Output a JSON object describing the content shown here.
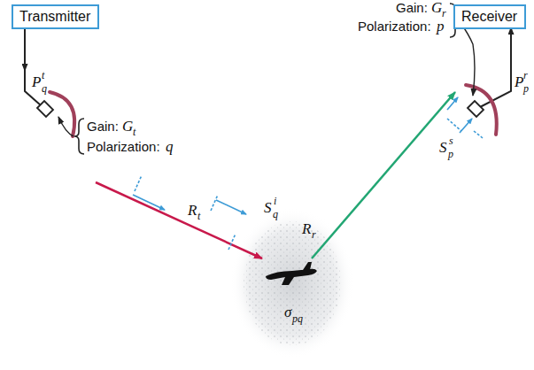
{
  "diagram": {
    "nodes": [
      {
        "text": [
          "Transmitter"
        ]
      },
      {
        "text": [
          "Receiver"
        ]
      }
    ],
    "labels": [
      "Gain:",
      "G",
      "r",
      "Polarization:",
      "p",
      "Gain:",
      "G",
      "t",
      "Polarization:",
      "q",
      "P",
      "q",
      "t",
      "P",
      "p",
      "r",
      "R",
      "t",
      "S",
      "q",
      "i",
      "R",
      "r",
      "S",
      "p",
      "s",
      "σ",
      "pq"
    ]
  }
}
